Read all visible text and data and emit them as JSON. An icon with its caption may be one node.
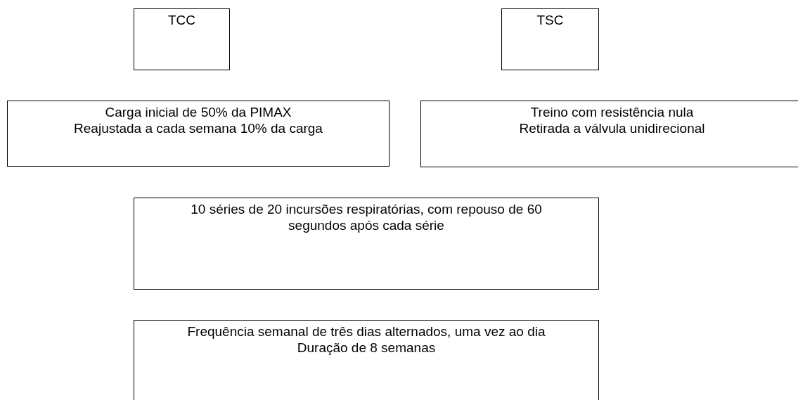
{
  "diagram": {
    "nodes": [
      {
        "text": [
          "TCC"
        ]
      },
      {
        "text": [
          "TSC"
        ]
      },
      {
        "text": [
          "Carga inicial de 50% da PIMAX",
          "Reajustada a cada semana 10% da carga"
        ]
      },
      {
        "text": [
          "Treino com resistência nula",
          "Retirada a válvula unidirecional"
        ]
      },
      {
        "text": [
          "10 séries de 20 incursões respiratórias, com repouso de 60 segundos após cada série"
        ]
      },
      {
        "text": [
          "Frequência semanal de três dias alternados, uma vez ao dia",
          "Duração de 8 semanas"
        ]
      }
    ]
  }
}
